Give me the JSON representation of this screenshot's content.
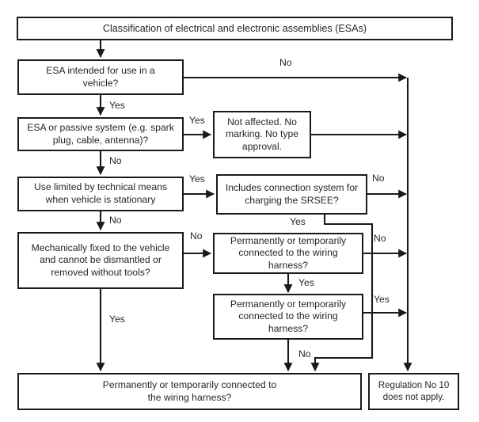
{
  "diagram": {
    "title": "Classification of electrical and electronic assemblies (ESAs)",
    "background_color": "#ffffff",
    "line_color": "#1a1a1a",
    "text_color": "#262626",
    "nodes": [
      {
        "id": "title",
        "name": "node-classification-title",
        "text": "Classification of electrical and electronic assemblies (ESAs)"
      },
      {
        "id": "esa_vehicle",
        "name": "node-esa-intended-for-vehicle",
        "text": "ESA intended for use in a\nvehicle?"
      },
      {
        "id": "esa_passive",
        "name": "node-esa-or-passive-system",
        "text": "ESA or passive system (e.g. spark\nplug, cable, antenna)?"
      },
      {
        "id": "not_affected",
        "name": "node-not-affected",
        "text": "Not affected. No\nmarking. No type\napproval."
      },
      {
        "id": "use_limited",
        "name": "node-use-limited-technical-means",
        "text": "Use limited by technical means\nwhen vehicle is stationary"
      },
      {
        "id": "includes_connection",
        "name": "node-includes-connection-system",
        "text": "Includes connection system for\ncharging the SRSEE?"
      },
      {
        "id": "mechanically_fixed",
        "name": "node-mechanically-fixed",
        "text": "Mechanically fixed to the vehicle\nand cannot be dismantled or\nremoved without tools?"
      },
      {
        "id": "perm_temp_1",
        "name": "node-permanently-temporarily-connected-1",
        "text": "Permanently or temporarily\nconnected to the wiring\nharness?"
      },
      {
        "id": "perm_temp_2",
        "name": "node-permanently-temporarily-connected-2",
        "text": "Permanently or temporarily\nconnected to the wiring\nharness?"
      },
      {
        "id": "perm_temp_bottom",
        "name": "node-permanently-temporarily-connected-bottom",
        "text": "Permanently or temporarily connected to\nthe wiring harness?"
      },
      {
        "id": "regulation",
        "name": "node-regulation-no-10-does-not-apply",
        "text": "Regulation No 10\ndoes not apply."
      }
    ],
    "edge_labels": {
      "esa_vehicle_no": "No",
      "esa_vehicle_yes": "Yes",
      "esa_passive_yes": "Yes",
      "esa_passive_no": "No",
      "use_limited_yes": "Yes",
      "use_limited_no": "No",
      "includes_connection_no": "No",
      "includes_connection_yes": "Yes",
      "mechanically_fixed_no": "No",
      "mechanically_fixed_yes": "Yes",
      "perm_temp_1_no": "No",
      "perm_temp_1_yes": "Yes",
      "perm_temp_2_yes": "Yes",
      "perm_temp_2_no": "No"
    }
  }
}
